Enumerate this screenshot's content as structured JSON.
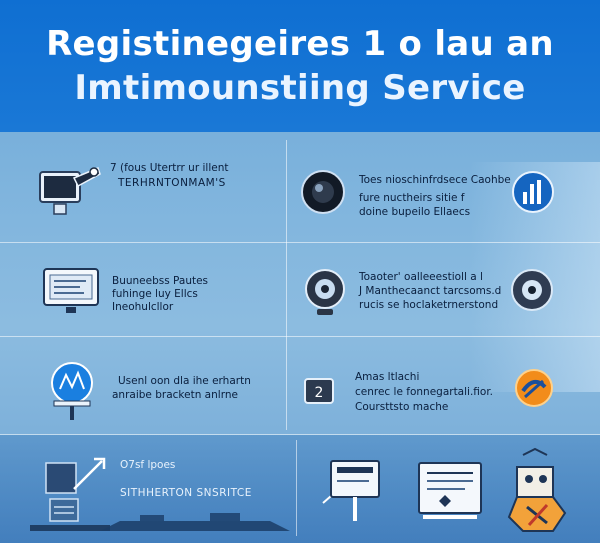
{
  "header": {
    "title_line1": "Registinegeires 1 o lau an",
    "title_line2": "Imtimounstiing Service"
  },
  "rows": [
    {
      "left": {
        "icon": "monitor-wrench-icon",
        "lines": [
          "7  (fous Utertrr ur illent",
          "TERHRNTONMAM'S"
        ]
      },
      "right": {
        "icon": "camera-lens-icon",
        "side_icon": "bar-chart-icon",
        "lines": [
          "Toes  nioschinfrdsece Caohbe",
          "fure nuctheirs sitie f",
          "doine bupeilo Ellaecs"
        ]
      }
    },
    {
      "left": {
        "icon": "laptop-icon",
        "lines": [
          "Buuneebss Pautes",
          "fuhinge luy Ellcs",
          "Ineohulcllor"
        ]
      },
      "right": {
        "icon": "webcam-icon",
        "side_icon": "webcam-icon",
        "lines": [
          "Toaoter' oalleeestioll a  l",
          "J Manthecaanct tarcsoms.d",
          "rucis se hoclaketrnerstond"
        ]
      }
    },
    {
      "left": {
        "icon": "globe-icon",
        "lines": [
          "Usenl oon dla ihe erhartn",
          "anraibe bracketn anlrne"
        ]
      },
      "right": {
        "icon": "chip-icon",
        "side_icon": "shield-icon",
        "lines": [
          "Amas ltlachi",
          "cenrec le fonnegartali.fior.",
          "Coursttsto mache"
        ]
      }
    },
    {
      "left": {
        "icon": "server-arrow-icon",
        "lines": [
          "O7sf  lpoes",
          "SITHHERTON SNSRITCE"
        ]
      },
      "right": {
        "icons": [
          "monitor-icon",
          "document-icon",
          "robot-tools-icon"
        ]
      }
    }
  ],
  "colors": {
    "header_bg": "#1173d4",
    "accent": "#1e88e5",
    "panel_bg": "#7fb4dd"
  }
}
